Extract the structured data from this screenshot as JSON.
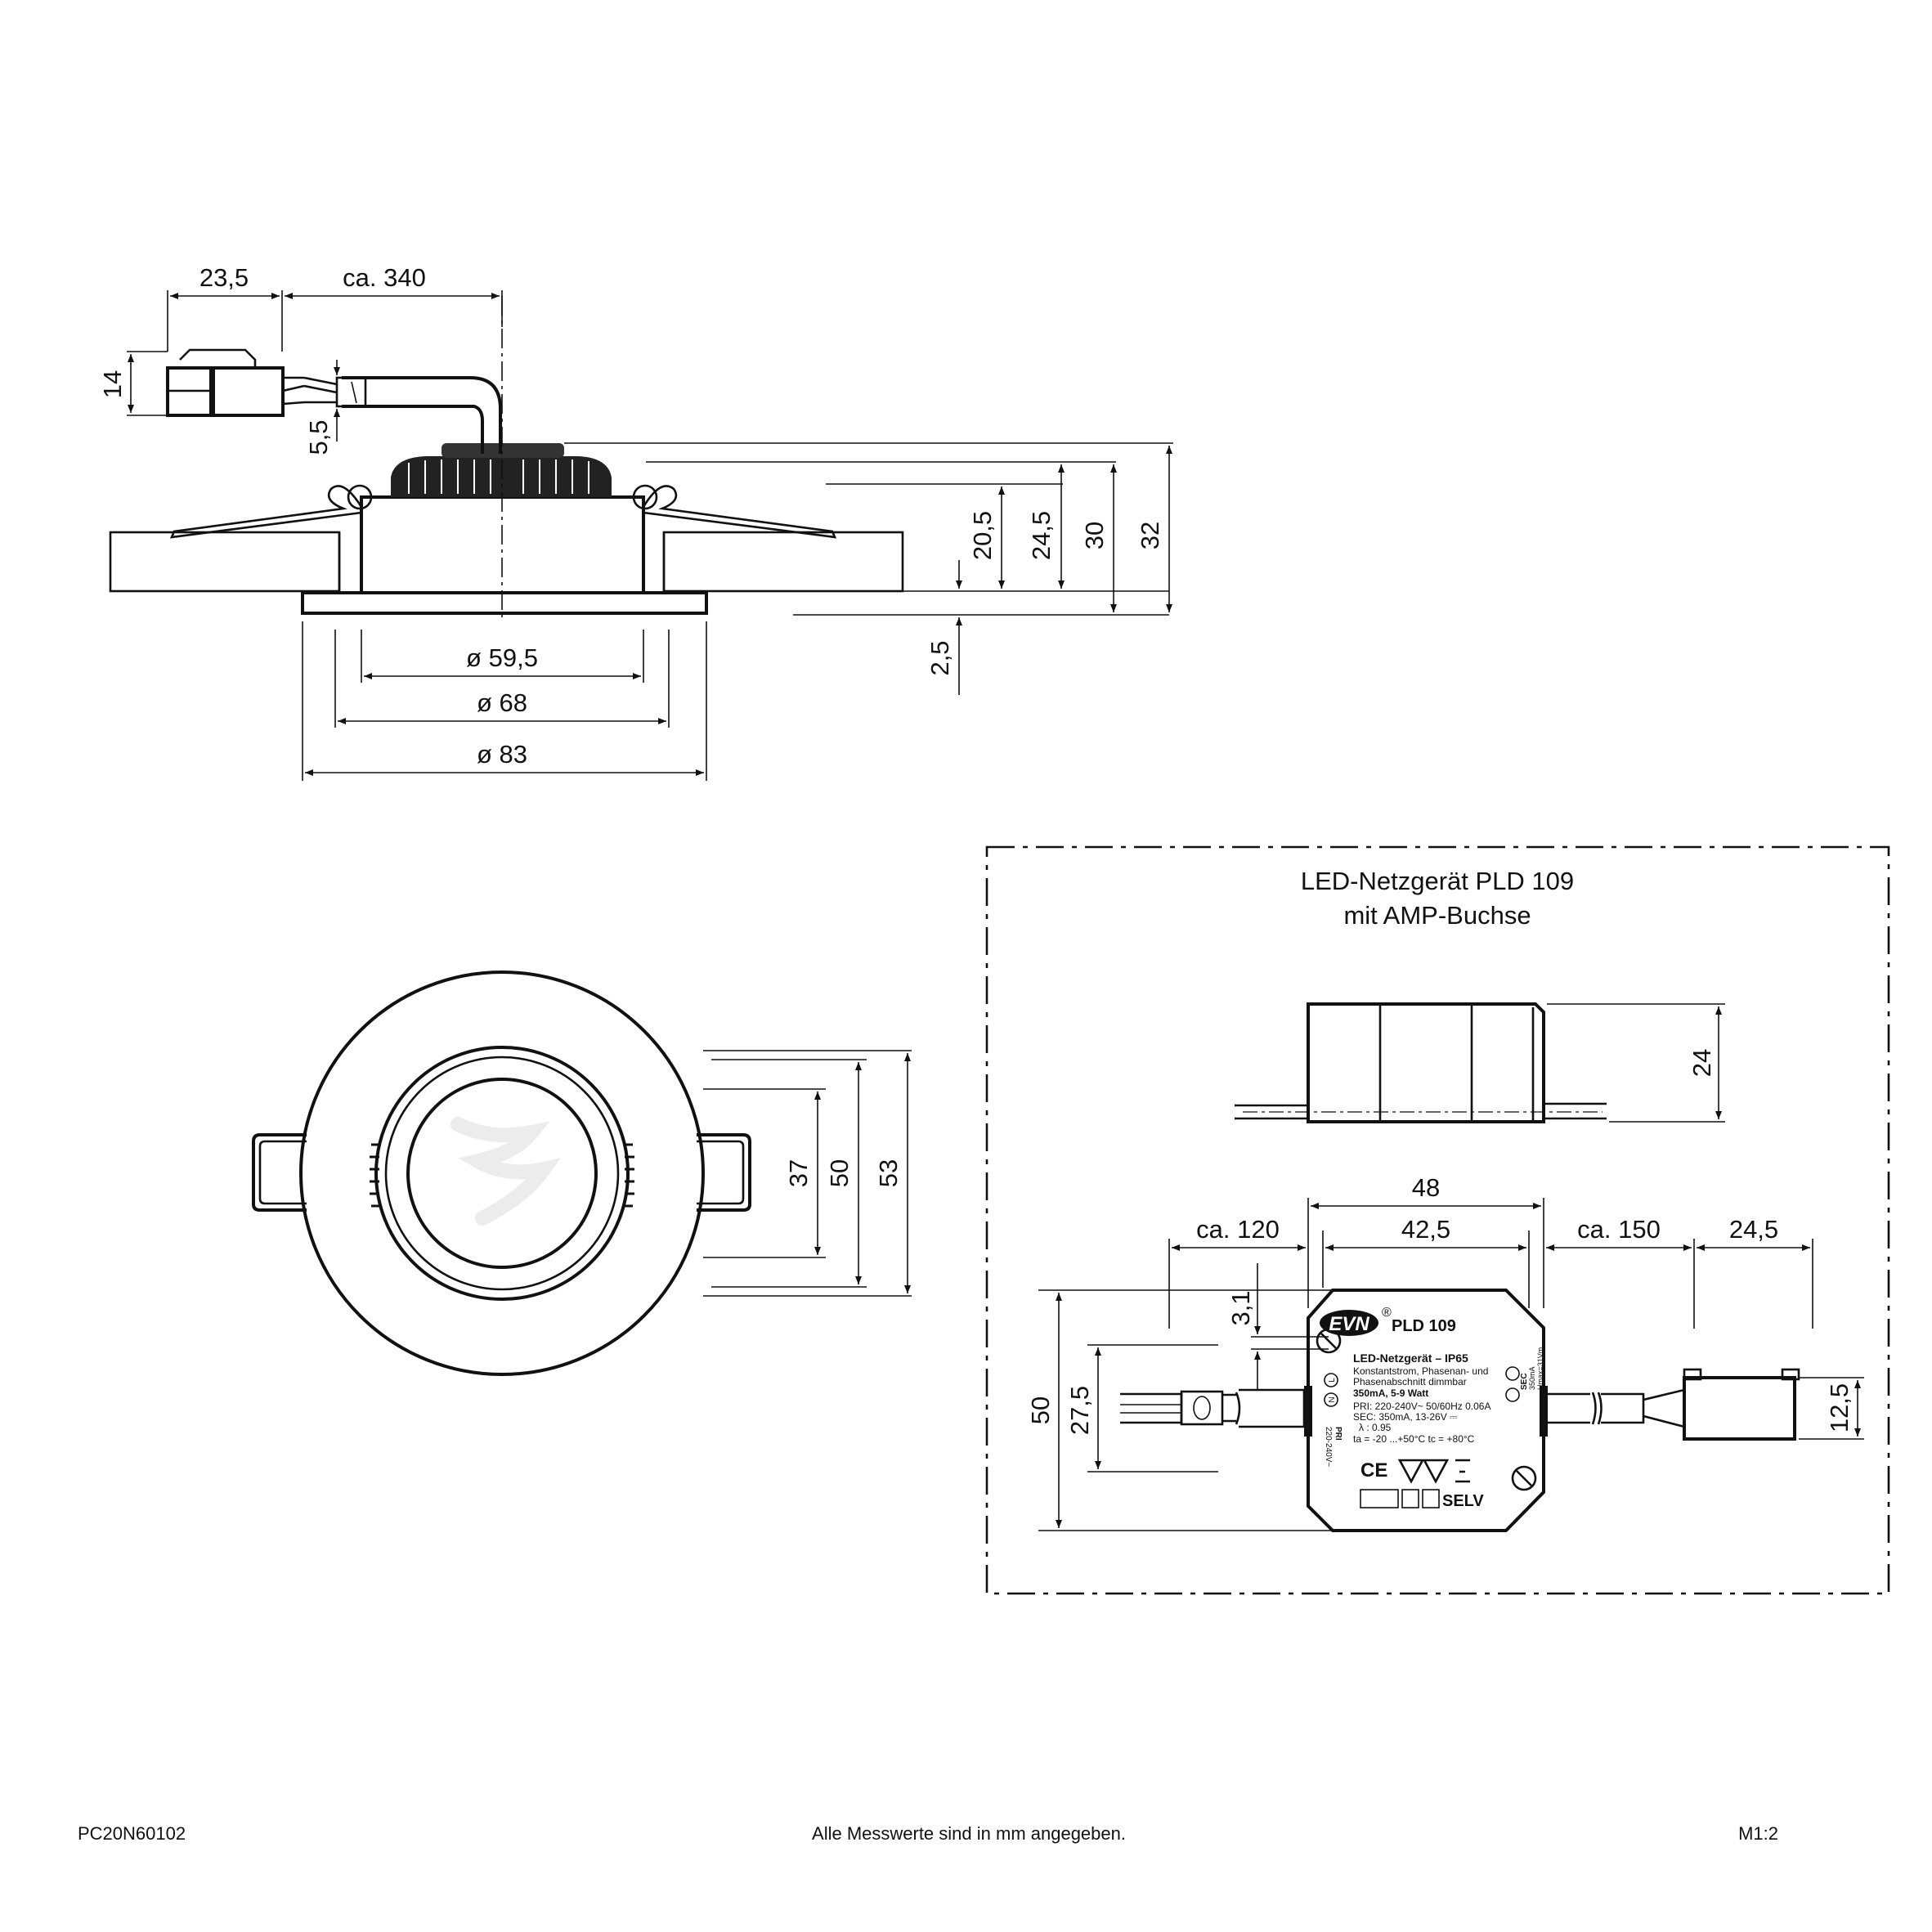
{
  "side_view": {
    "connector_length": "23,5",
    "cable_length": "ca. 340",
    "connector_height": "14",
    "cable_diameter": "5,5",
    "height_20_5": "20,5",
    "height_24_5": "24,5",
    "height_30": "30",
    "height_32": "32",
    "flange_thickness": "2,5",
    "diameter_cutout": "ø 59,5",
    "diameter_body": "ø 68",
    "diameter_flange": "ø 83"
  },
  "front_view": {
    "dim_37": "37",
    "dim_50": "50",
    "dim_53": "53"
  },
  "driver": {
    "title_line1": "LED-Netzgerät PLD 109",
    "title_line2": "mit AMP-Buchse",
    "height": "24",
    "length_total": "48",
    "length_inner": "42,5",
    "cable_primary": "ca. 120",
    "cable_secondary": "ca. 150",
    "connector_length": "24,5",
    "mount_offset": "3,1",
    "width": "50",
    "cable_offset": "27,5",
    "connector_height": "12,5",
    "label": {
      "brand": "EVN",
      "registered": "®",
      "model": "PLD 109",
      "heading": "LED-Netzgerät  –  IP65",
      "line1": "Konstantstrom, Phasenan- und",
      "line2": "Phasenabschnitt dimmbar",
      "line3": "350mA, 5-9 Watt",
      "line4": "PRI: 220-240V~  50/60Hz 0.06A",
      "line5": "SEC: 350mA, 13-26V ⎓",
      "line6": "λ : 0.95",
      "line7": "ta = -20 ...+50°C  tc = +80°C",
      "ce": "CE",
      "selv": "SELV",
      "l_mark": "L",
      "n_mark": "N",
      "pri_side": "PRI",
      "pri_volt": "220-240V~",
      "sec_side": "SEC",
      "sec_current": "350mA",
      "sec_volt": "Umax=31Vm"
    }
  },
  "footer": {
    "code": "PC20N60102",
    "note": "Alle Messwerte sind in mm angegeben.",
    "scale": "M1:2"
  }
}
